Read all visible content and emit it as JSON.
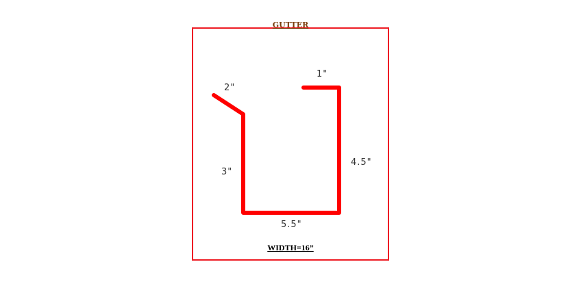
{
  "diagram": {
    "title": "GUTTER",
    "footer": "WIDTH=16”",
    "dimensions": {
      "lip": "2\"",
      "top_return": "1\"",
      "back_height": "3\"",
      "front_height": "4.5\"",
      "bottom": "5.5\""
    },
    "colors": {
      "frame": "#ee1c24",
      "profile": "#ff0000",
      "title": "#7a3d0a"
    }
  }
}
